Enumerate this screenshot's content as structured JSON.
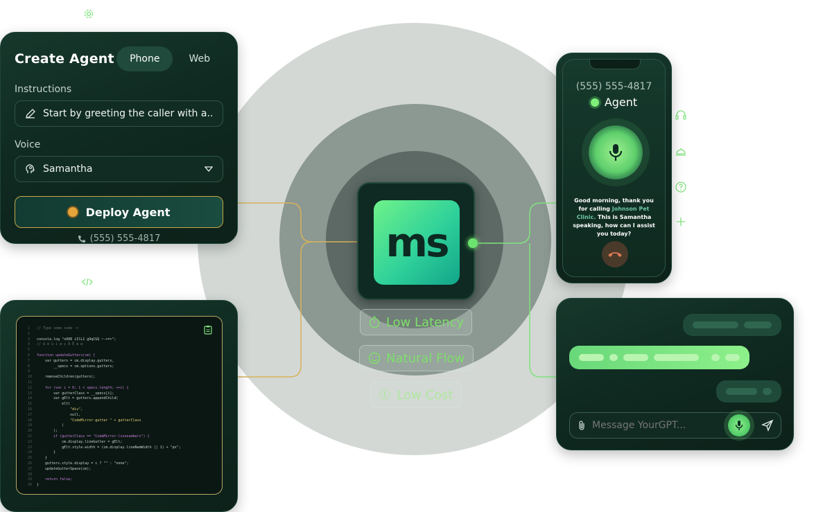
{
  "create_agent": {
    "title": "Create Agent",
    "tabs": [
      {
        "label": "Phone",
        "active": true
      },
      {
        "label": "Web",
        "active": false
      }
    ],
    "instructions_label": "Instructions",
    "instructions_value": "Start by greeting the caller with a...",
    "voice_label": "Voice",
    "voice_value": "Samantha",
    "deploy_label": "Deploy Agent",
    "phone_number": "(555) 555-4817"
  },
  "hub": {
    "logo_text": "ms",
    "features": [
      "Low Latency",
      "Natural Flow",
      "Low Cost"
    ]
  },
  "phone": {
    "number": "(555) 555-4817",
    "status": "Agent",
    "message_part1": "Good morning, thank you for calling ",
    "message_highlight": "Johnson Pet Clinic.",
    "message_part2": " This is Samantha speaking, how can I assist you today?"
  },
  "chat": {
    "placeholder": "Message YourGPT..."
  },
  "code_lines": [
    {
      "n": "1",
      "t": "// Type some code ->",
      "cls": "c"
    },
    {
      "n": "2",
      "t": "",
      "cls": ""
    },
    {
      "n": "3",
      "t": "console.log \"oO08 iIlL1 g9qCGQ ~-+=>\";",
      "cls": ""
    },
    {
      "n": "4",
      "t": "// â é ù ï ø ç Ã Ē æ œ",
      "cls": "c"
    },
    {
      "n": "5",
      "t": "",
      "cls": ""
    },
    {
      "n": "6",
      "t": "function updateGutters(cm) {",
      "cls": "k"
    },
    {
      "n": "7",
      "t": "    var gutters = cm.display.gutters,",
      "cls": ""
    },
    {
      "n": "8",
      "t": "        __specs = cm.options.gutters;",
      "cls": ""
    },
    {
      "n": "9",
      "t": "",
      "cls": ""
    },
    {
      "n": "10",
      "t": "    removeChildren(gutters);",
      "cls": ""
    },
    {
      "n": "11",
      "t": "",
      "cls": ""
    },
    {
      "n": "12",
      "t": "    for (var i = 0; i < specs.length; ++i) {",
      "cls": "k"
    },
    {
      "n": "13",
      "t": "        var gutterClass = __specs[i];",
      "cls": ""
    },
    {
      "n": "14",
      "t": "        var gElt = gutters.appendChild(",
      "cls": ""
    },
    {
      "n": "15",
      "t": "            elt(",
      "cls": ""
    },
    {
      "n": "16",
      "t": "                \"div\",",
      "cls": "s"
    },
    {
      "n": "17",
      "t": "                null,",
      "cls": ""
    },
    {
      "n": "18",
      "t": "                \"CodeMirror-gutter \" + gutterClass",
      "cls": "s"
    },
    {
      "n": "19",
      "t": "            )",
      "cls": ""
    },
    {
      "n": "20",
      "t": "        );",
      "cls": ""
    },
    {
      "n": "21",
      "t": "        if (gutterClass == \"CodeMirror-linenumbers\") {",
      "cls": "k"
    },
    {
      "n": "22",
      "t": "            cm.display.lineGutter = gElt;",
      "cls": ""
    },
    {
      "n": "23",
      "t": "            gElt.style.width = (cm.display.lineNumWidth || 1) + \"px\";",
      "cls": ""
    },
    {
      "n": "24",
      "t": "        }",
      "cls": ""
    },
    {
      "n": "25",
      "t": "    }",
      "cls": ""
    },
    {
      "n": "26",
      "t": "    gutters.style.display = i ? \"\" : \"none\";",
      "cls": ""
    },
    {
      "n": "27",
      "t": "    updateGutterSpace(cm);",
      "cls": ""
    },
    {
      "n": "28",
      "t": "",
      "cls": ""
    },
    {
      "n": "29",
      "t": "    return false;",
      "cls": "k"
    },
    {
      "n": "30",
      "t": "}",
      "cls": ""
    }
  ],
  "colors": {
    "accent_green": "#7ee06a",
    "accent_gold": "#d6b25a",
    "card_bg": "#0f2a21"
  }
}
